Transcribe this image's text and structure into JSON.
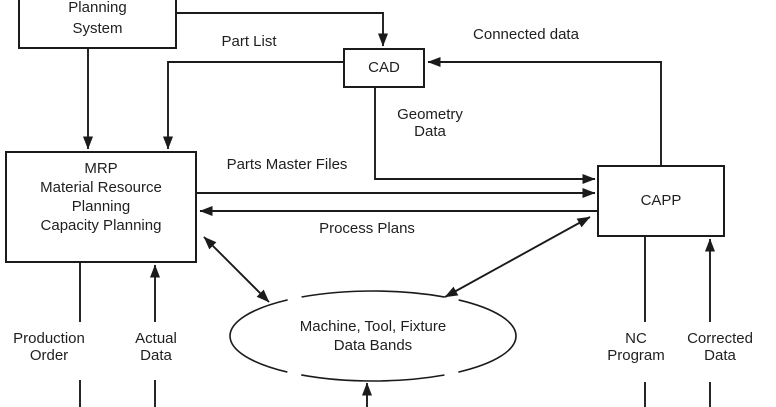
{
  "canvas": {
    "background_color": "#ffffff",
    "line_color": "#1b1b1b",
    "text_color": "#1f1f1f"
  },
  "nodes": {
    "planning_system": {
      "shape": "rect",
      "label": "Planning\nSystem"
    },
    "cad": {
      "shape": "rect",
      "label": "CAD"
    },
    "mrp": {
      "shape": "rect",
      "label": "MRP\nMaterial Resource\nPlanning\nCapacity Planning"
    },
    "capp": {
      "shape": "rect",
      "label": "CAPP"
    },
    "data_bands": {
      "shape": "ellipse",
      "label": "Machine, Tool, Fixture\nData Bands"
    }
  },
  "edge_labels": {
    "part_list": "Part List",
    "connected_data": "Connected data",
    "geometry_data": "Geometry\nData",
    "parts_master_files": "Parts Master Files",
    "process_plans": "Process Plans",
    "production_order": "Production\nOrder",
    "actual_data": "Actual\nData",
    "nc_program": "NC\nProgram",
    "corrected_data": "Corrected\nData"
  },
  "edges": [
    {
      "from": "Planning System",
      "to": "CAD",
      "label": "",
      "type": "arrow"
    },
    {
      "from": "Planning System",
      "to": "MRP",
      "label": "",
      "type": "arrow"
    },
    {
      "from": "CAD",
      "to": "MRP",
      "label": "Part List",
      "type": "arrow"
    },
    {
      "from": "CAPP",
      "to": "CAD",
      "label": "Connected data",
      "type": "arrow"
    },
    {
      "from": "CAD",
      "to": "CAPP",
      "label": "Geometry Data",
      "type": "arrow"
    },
    {
      "from": "MRP",
      "to": "CAPP",
      "label": "Parts Master Files",
      "type": "arrow"
    },
    {
      "from": "CAPP",
      "to": "MRP",
      "label": "Process Plans",
      "type": "arrow"
    },
    {
      "from": "MRP",
      "to": "Machine, Tool, Fixture Data Bands",
      "label": "",
      "type": "double-arrow"
    },
    {
      "from": "CAPP",
      "to": "Machine, Tool, Fixture Data Bands",
      "label": "",
      "type": "double-arrow"
    },
    {
      "from": "MRP",
      "to": "bottom-edge",
      "label": "Production Order",
      "type": "line"
    },
    {
      "from": "bottom-edge",
      "to": "MRP",
      "label": "Actual Data",
      "type": "arrow"
    },
    {
      "from": "CAPP",
      "to": "bottom-edge",
      "label": "NC Program",
      "type": "line"
    },
    {
      "from": "bottom-edge",
      "to": "CAPP",
      "label": "Corrected Data",
      "type": "arrow"
    },
    {
      "from": "bottom-edge",
      "to": "Machine, Tool, Fixture Data Bands",
      "label": "",
      "type": "arrow"
    }
  ]
}
